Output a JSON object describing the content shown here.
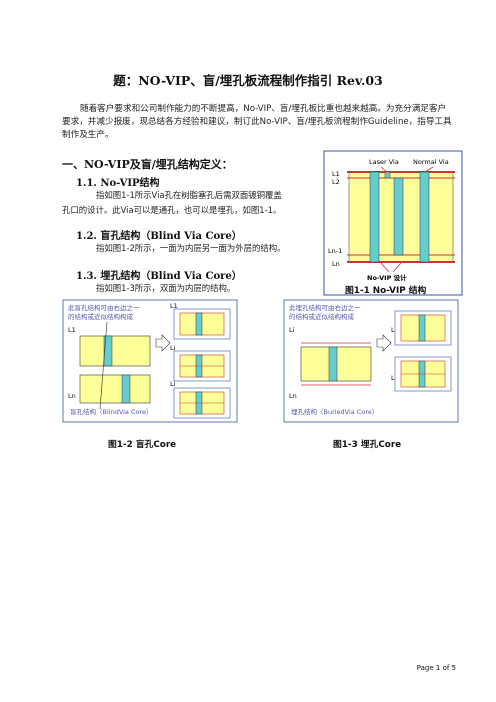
{
  "title": "题：NO-VIP、盲/埋孔板流程制作指引 Rev.03",
  "intro": "随着客户要求和公司制作能力的不断提高，No-VIP、盲/埋孔板比重也越来越高。为充分满足客户要求，并减少报废，现总结各方经验和建议，制订此No-VIP、盲/埋孔板流程制作Guideline，指导工具制作及生产。",
  "section1": {
    "heading": "一、NO-VIP及盲/埋孔结构定义：",
    "s11_heading": "1.1.  No-VIP结构",
    "s11_text_a": "指如图1-1所示Via孔在树脂塞孔后需双面镀铜覆盖",
    "s11_text_b": "孔口的设计。此Via可以是通孔，也可以是埋孔，如图1-1。",
    "s12_heading": "1.2.  盲孔结构（Blind Via Core）",
    "s12_text": "指如图1-2所示，一面为内层另一面为外层的结构。",
    "s13_heading": "1.3.  埋孔结构（Blind Via Core）",
    "s13_text": "指如图1-3所示，双面为内层的结构。"
  },
  "fig1_1": {
    "labels": {
      "laser_via": "Laser Via",
      "normal_via": "Normal Via",
      "l1": "L1",
      "l2": "L2",
      "ln1": "Ln-1",
      "ln": "Ln",
      "design": "No-VIP 设计"
    },
    "caption": "图1-1 No-VIP 结构"
  },
  "fig1_2": {
    "note_line1": "此盲孔结构可由右边之一",
    "note_line2": "的结构或近似结构构成",
    "l1": "L1",
    "ln": "Ln",
    "li_a": "Li",
    "li_b": "Li",
    "struct_label": "盲孔结构（BlindVia Core）",
    "caption": "图1-2 盲孔Core"
  },
  "fig1_3": {
    "note_line1": "此埋孔结构可由右边之一",
    "note_line2": "的结构或近似结构构成",
    "l1": "Li",
    "ln": "Ln",
    "li_a": "Li",
    "li_b": "Li",
    "struct_label": "埋孔结构（BuriedVia Core）",
    "caption": "图1-3 埋孔Core"
  },
  "footer": "Page 1 of 5",
  "colors": {
    "board": "#ffff99",
    "via": "#66cccc",
    "copper": "#cc3333",
    "note": "#5555aa",
    "frame": "#3355aa"
  }
}
